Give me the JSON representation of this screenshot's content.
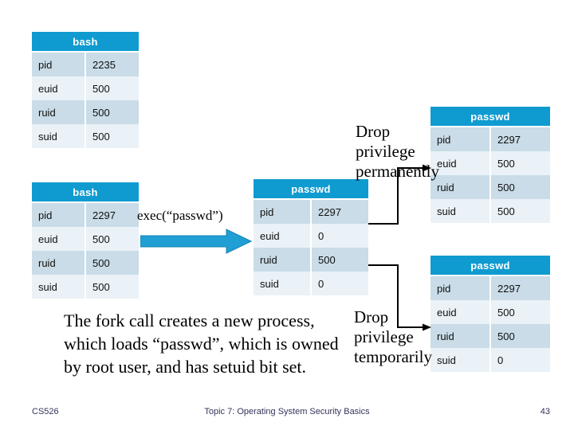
{
  "slide": {
    "tables": [
      {
        "id": "bash-parent",
        "header": "bash",
        "rows": [
          {
            "key": "pid",
            "value": "2235"
          },
          {
            "key": "euid",
            "value": "500"
          },
          {
            "key": "ruid",
            "value": "500"
          },
          {
            "key": "suid",
            "value": "500"
          }
        ]
      },
      {
        "id": "bash-child",
        "header": "bash",
        "rows": [
          {
            "key": "pid",
            "value": "2297"
          },
          {
            "key": "euid",
            "value": "500"
          },
          {
            "key": "ruid",
            "value": "500"
          },
          {
            "key": "suid",
            "value": "500"
          }
        ]
      },
      {
        "id": "passwd-mid",
        "header": "passwd",
        "rows": [
          {
            "key": "pid",
            "value": "2297"
          },
          {
            "key": "euid",
            "value": "0"
          },
          {
            "key": "ruid",
            "value": "500"
          },
          {
            "key": "suid",
            "value": "0"
          }
        ]
      },
      {
        "id": "passwd-perm",
        "header": "passwd",
        "rows": [
          {
            "key": "pid",
            "value": "2297"
          },
          {
            "key": "euid",
            "value": "500"
          },
          {
            "key": "ruid",
            "value": "500"
          },
          {
            "key": "suid",
            "value": "500"
          }
        ]
      },
      {
        "id": "passwd-temp",
        "header": "passwd",
        "rows": [
          {
            "key": "pid",
            "value": "2297"
          },
          {
            "key": "euid",
            "value": "500"
          },
          {
            "key": "ruid",
            "value": "500"
          },
          {
            "key": "suid",
            "value": "0"
          }
        ]
      }
    ],
    "annotations": {
      "exec_call": "exec(“passwd”)",
      "drop_permanent": "Drop privilege permanently",
      "drop_temporary": "Drop privilege temporarily"
    },
    "body_text": "The fork call creates a new process, which loads “passwd”, which is owned by root user, and has setuid bit set."
  },
  "footer": {
    "course": "CS526",
    "topic": "Topic 7: Operating System Security Basics",
    "page": "43"
  },
  "colors": {
    "header_blue": "#0f9bd0",
    "row_odd": "#c9dce7",
    "row_even": "#eaf2f7",
    "arrow_blue": "#1f9fd4",
    "footer_text": "#33335c",
    "text": "#101010",
    "background": "#ffffff"
  }
}
